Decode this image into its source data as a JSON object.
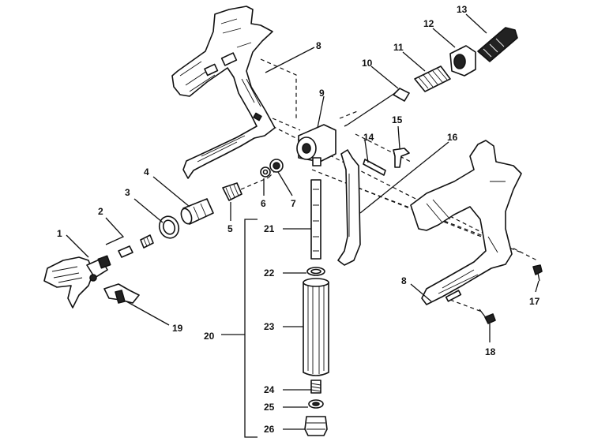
{
  "labels": {
    "l1": "1",
    "l2": "2",
    "l3": "3",
    "l4": "4",
    "l5": "5",
    "l6": "6",
    "l7": "7",
    "l8a": "8",
    "l8b": "8",
    "l9": "9",
    "l10": "10",
    "l11": "11",
    "l12": "12",
    "l13": "13",
    "l14": "14",
    "l15": "15",
    "l16": "16",
    "l17": "17",
    "l18": "18",
    "l19": "19",
    "l20": "20",
    "l21": "21",
    "l22": "22",
    "l23": "23",
    "l24": "24",
    "l25": "25",
    "l26": "26"
  }
}
